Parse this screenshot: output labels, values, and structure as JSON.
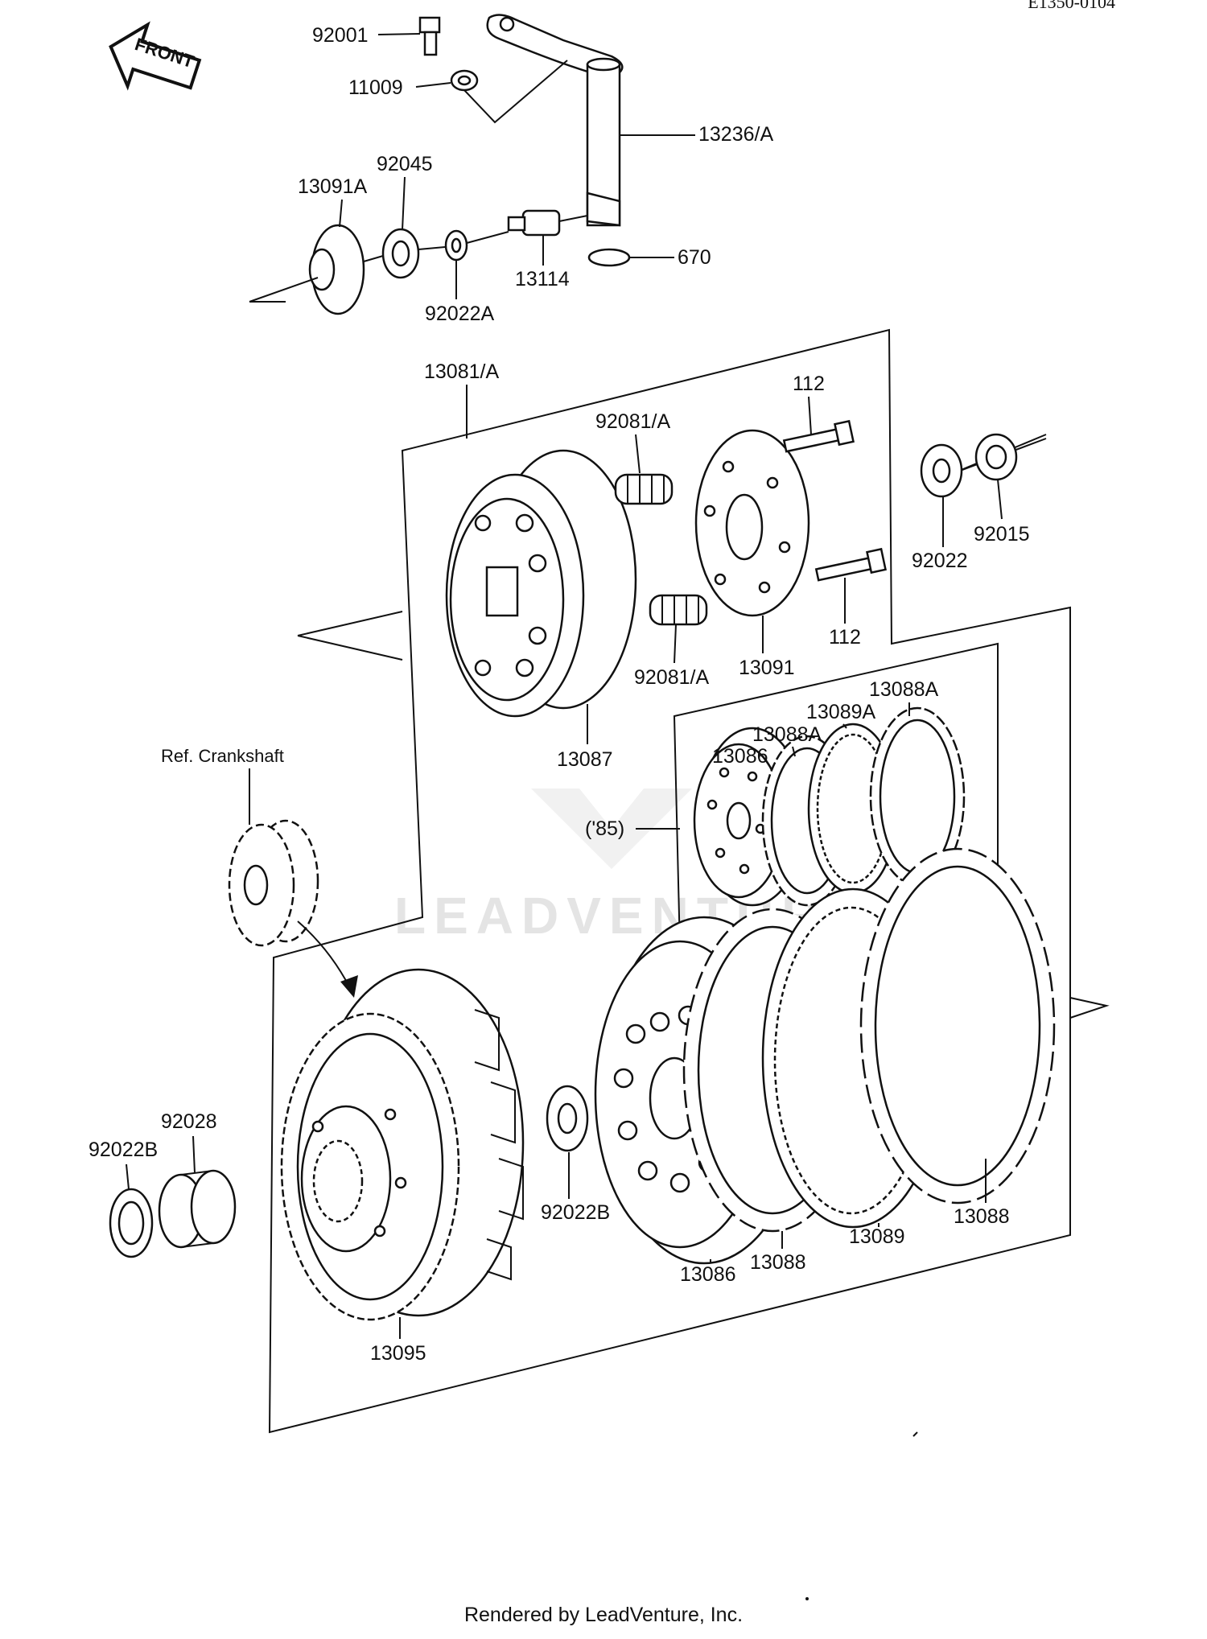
{
  "diagram": {
    "ref_code": "E1350-0104",
    "front_label": "FRONT",
    "watermark": "LEADVENTURE",
    "callouts": {
      "p92001": "92001",
      "p11009": "11009",
      "p13236A": "13236/A",
      "p92045": "92045",
      "p13091A": "13091A",
      "p670": "670",
      "p13114": "13114",
      "p92022A": "92022A",
      "p13081A": "13081/A",
      "p92081A_top": "92081/A",
      "p112_top": "112",
      "p92022": "92022",
      "p92015": "92015",
      "p112_bot": "112",
      "p92081A_bot": "92081/A",
      "p13091": "13091",
      "p13088A_right": "13088A",
      "p13089A": "13089A",
      "p13088A_left": "13088A",
      "p13086_small": "13086",
      "p85": "('85)",
      "p13087": "13087",
      "ref_crank": "Ref. Crankshaft",
      "p92028": "92028",
      "p92022B_left": "92022B",
      "p92022B_mid": "92022B",
      "p13095": "13095",
      "p13086": "13086",
      "p13088_mid": "13088",
      "p13089": "13089",
      "p13088_right": "13088"
    },
    "footer": "Rendered by LeadVenture, Inc."
  }
}
